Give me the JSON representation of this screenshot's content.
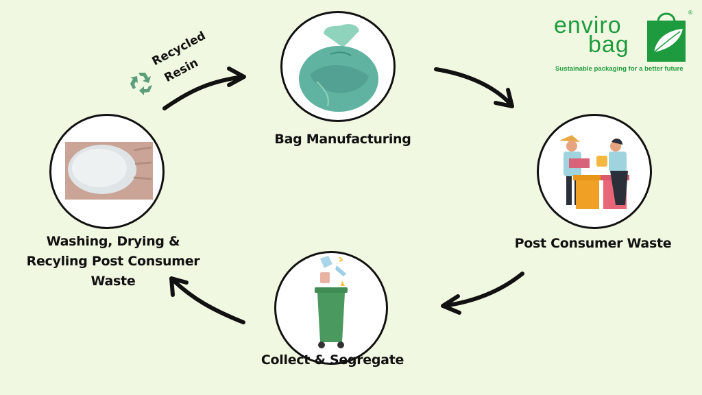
{
  "brand": {
    "line1": "enviro",
    "line2": "bag",
    "registered_mark": "®",
    "tagline": "Sustainable packaging for a better future",
    "color": "#1e9b3f",
    "icon": "shopping-bag-leaf-icon"
  },
  "annotation": {
    "line1": "Recycled",
    "line2": "Resin",
    "icon": "recycle-icon",
    "icon_color": "#5a9e7a"
  },
  "cycle": {
    "steps": [
      {
        "id": "bag-manufacturing",
        "label": "Bag Manufacturing",
        "image": "green-garbage-bag"
      },
      {
        "id": "post-consumer-waste",
        "label": "Post Consumer Waste",
        "image": "people-sorting-waste-into-bins"
      },
      {
        "id": "collect-segregate",
        "label": "Collect & Segregate",
        "image": "green-wheelie-bin-with-waste"
      },
      {
        "id": "washing-drying",
        "label_lines": [
          "Washing, Drying &",
          "Recyling Post Consumer",
          "Waste"
        ],
        "image": "plastic-pellets-in-hand"
      }
    ],
    "flow": "clockwise"
  },
  "colors": {
    "background": "#f1f8e1",
    "arrow": "#111111",
    "circle_border": "#111111"
  }
}
